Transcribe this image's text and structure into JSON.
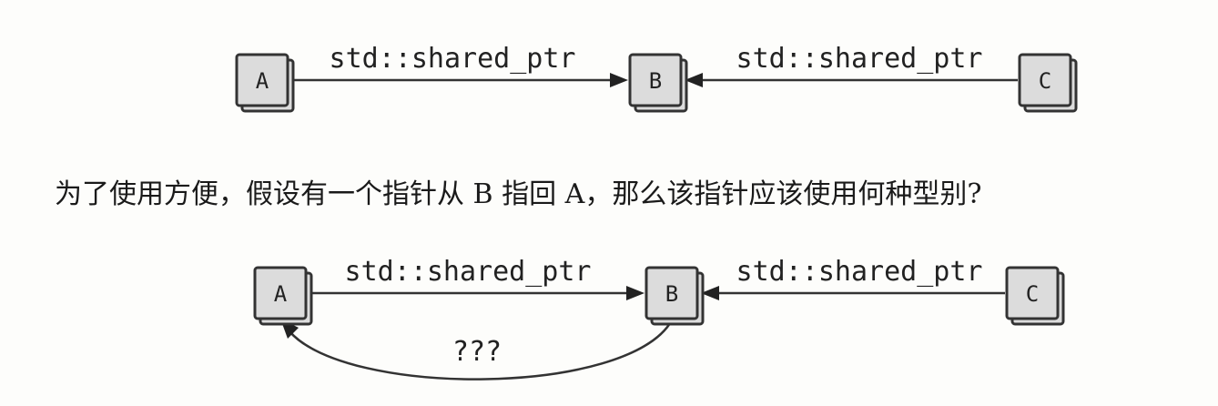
{
  "top_diagram": {
    "nodes": {
      "a": "A",
      "b": "B",
      "c": "C"
    },
    "edge_ab_label": "std::shared_ptr",
    "edge_cb_label": "std::shared_ptr"
  },
  "caption": "为了使用方便，假设有一个指针从 B 指回 A，那么该指针应该使用何种型别?",
  "bottom_diagram": {
    "nodes": {
      "a": "A",
      "b": "B",
      "c": "C"
    },
    "edge_ab_label": "std::shared_ptr",
    "edge_cb_label": "std::shared_ptr",
    "edge_ba_label": "???"
  }
}
